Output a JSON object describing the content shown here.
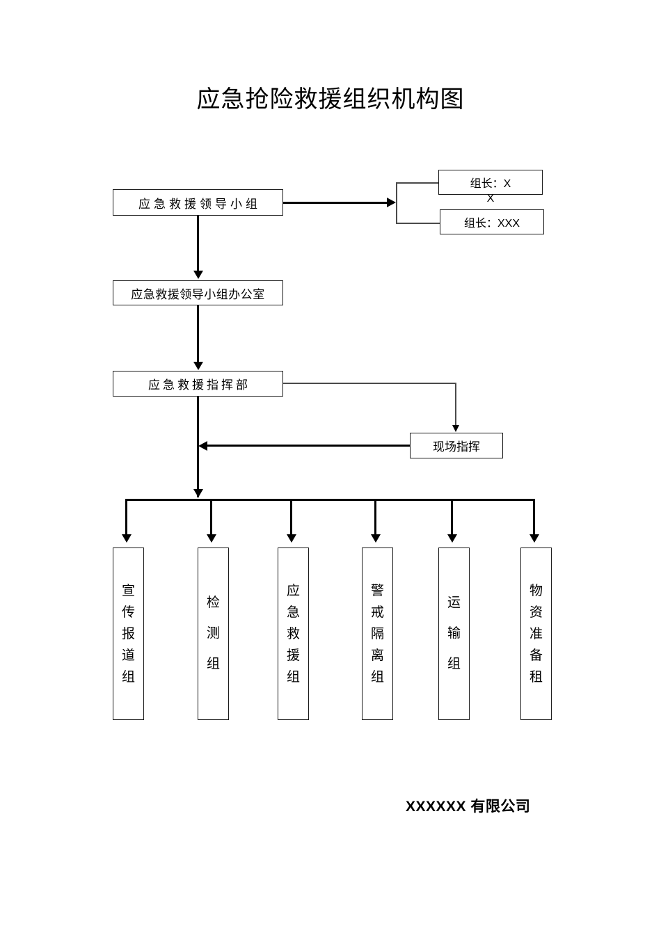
{
  "document": {
    "title": "应急抢险救援组织机构图",
    "company": "XXXXXX 有限公司"
  },
  "nodes": {
    "leadership_group": "应急救援领导小组",
    "leader_1": "组长：X",
    "leader_stray": "X",
    "leader_2": "组长：XXX",
    "office": "应急救援领导小组办公室",
    "command_dept": "应急救援指挥部",
    "site_command": "现场指挥"
  },
  "teams": [
    {
      "label": "宣传报道组",
      "spacing": "tight"
    },
    {
      "label": "检测组",
      "spacing": "loose"
    },
    {
      "label": "应急救援组",
      "spacing": "tight"
    },
    {
      "label": "警戒隔离组",
      "spacing": "tight"
    },
    {
      "label": "运输组",
      "spacing": "loose"
    },
    {
      "label": "物资准备租",
      "spacing": "tight"
    }
  ],
  "colors": {
    "line": "#000000",
    "thin_line": "#4a4a4a",
    "border": "#1a1a1a",
    "background": "#ffffff"
  }
}
